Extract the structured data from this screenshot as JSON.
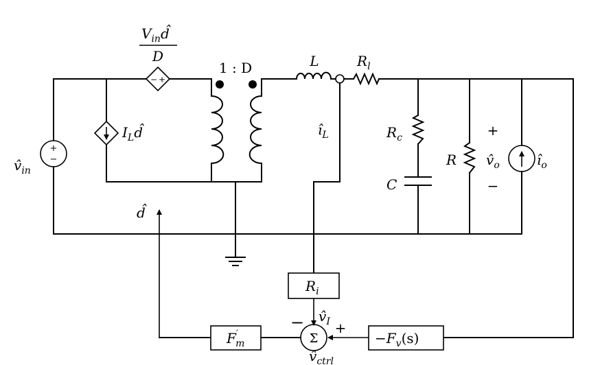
{
  "labels": {
    "vin_num_base": "V",
    "vin_num_sub": "in",
    "vin_num_hat": "d̂",
    "vin_den": "D",
    "ratio": "1 : D",
    "L": "L",
    "Rl_base": "R",
    "Rl_sub": "l",
    "iL_base": "î",
    "iL_sub": "L",
    "src_in_base": "v̂",
    "src_in_sub": "in",
    "ILd_base": "I",
    "ILd_sub": "L",
    "ILd_hat": "d̂",
    "Rc_base": "R",
    "Rc_sub": "c",
    "C": "C",
    "R": "R",
    "plus": "+",
    "minus": "−",
    "vo_base": "v̂",
    "vo_sub": "o",
    "io_base": "î",
    "io_sub": "o",
    "dhat": "d̂",
    "Ri_base": "R",
    "Ri_sub": "i",
    "vI_base": "v̂",
    "vI_sub": "I",
    "Fm_base": "F",
    "Fm_prime": "′",
    "Fm_sub": "m",
    "sum": "Σ",
    "Fv": "−F",
    "Fv_sub": "v",
    "Fv_arg": "(s)",
    "vctrl_base": "v̂",
    "vctrl_sub": "ctrl",
    "sum_minus": "−",
    "sum_plus": "+"
  }
}
